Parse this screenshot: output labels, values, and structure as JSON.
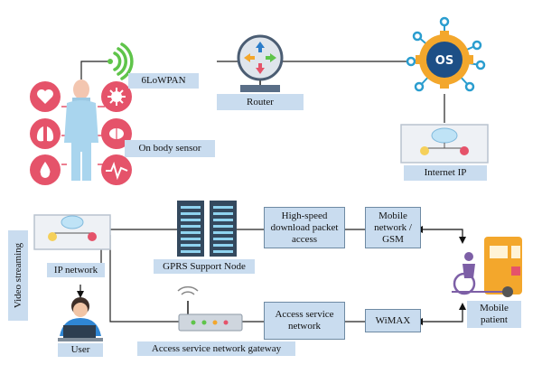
{
  "labels": {
    "lowpan": "6LoWPAN",
    "router": "Router",
    "on_body_sensor": "On body sensor",
    "internet_ip": "Internet IP",
    "video_streaming": "Video streaming",
    "ip_network": "IP network",
    "gprs_support_node": "GPRS Support Node",
    "high_speed_download": "High-speed download packet access",
    "mobile_network_gsm": "Mobile network / GSM",
    "mobile_patient": "Mobile patient",
    "access_service_network": "Access service network",
    "wimax": "WiMAX",
    "user": "User",
    "access_service_network_gateway": "Access service network gateway"
  },
  "icons": {
    "os_badge": "OS"
  },
  "colors": {
    "label_bg": "#c9dcef",
    "body_blue": "#a9d5ee",
    "sensor_red": "#e5536a",
    "wifi_green": "#5fc44a",
    "gear_orange": "#f3a72c",
    "os_navy": "#1d4f86",
    "line": "#222222"
  }
}
